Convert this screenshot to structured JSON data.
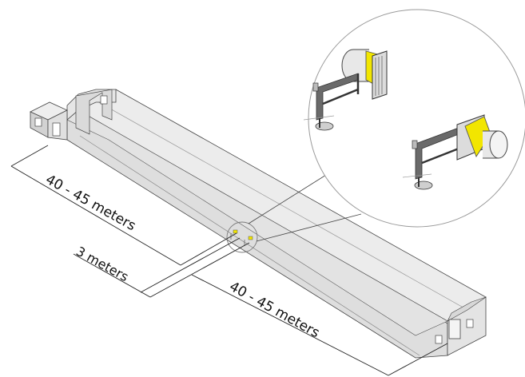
{
  "dimensions": {
    "left_section": "40 - 45 meters",
    "center_gap": "3 meters",
    "right_section": "40 - 45 meters"
  },
  "colors": {
    "background": "#ffffff",
    "roof_top": "#ececec",
    "wall_side": "#dcdcdc",
    "outline": "#333333",
    "fan_accent": "#f2e600",
    "frame": "#555555",
    "zoom_circle": "#9a9a9a"
  },
  "icons": {
    "fan": "exhaust-fan-icon"
  }
}
